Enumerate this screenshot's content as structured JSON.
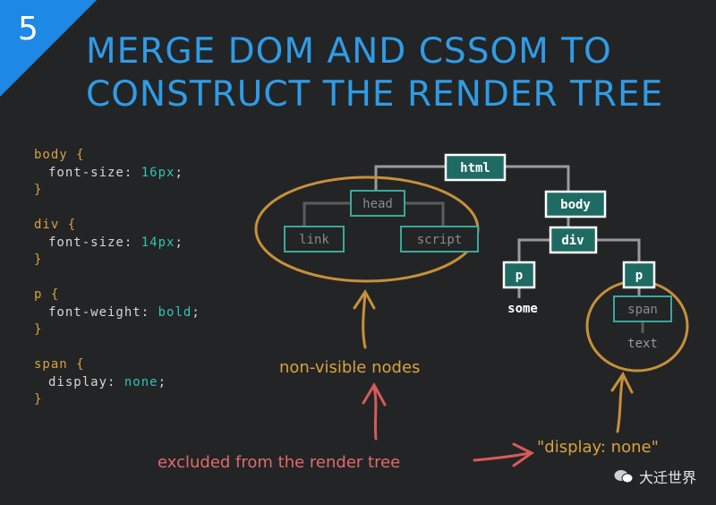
{
  "badge": {
    "number": "5"
  },
  "title": {
    "line1": "MERGE DOM AND CSSOM TO",
    "line2": "CONSTRUCT THE RENDER TREE"
  },
  "css": [
    {
      "selector": "body {",
      "prop": "font-size:",
      "value": "16px",
      "end": ";",
      "close": "}"
    },
    {
      "selector": "div {",
      "prop": "font-size:",
      "value": "14px",
      "end": ";",
      "close": "}"
    },
    {
      "selector": "p {",
      "prop": "font-weight:",
      "value": "bold",
      "end": ";",
      "close": "}"
    },
    {
      "selector": "span {",
      "prop": "display:",
      "value": "none",
      "end": ";",
      "close": "}"
    }
  ],
  "tree": {
    "html": "html",
    "head": "head",
    "link": "link",
    "script": "script",
    "body": "body",
    "div": "div",
    "p1": "p",
    "p2": "p",
    "span": "span",
    "some": "some",
    "text": "text"
  },
  "annotations": {
    "non_visible": "non-visible nodes",
    "display_none": "\"display: none\"",
    "excluded": "excluded from the render tree"
  },
  "watermark": {
    "text": "大迁世界"
  },
  "colors": {
    "accent_blue": "#2f9ce6",
    "node_fill": "#1f6b63",
    "node_border": "#ffffff",
    "ghost_border": "#3aa99b",
    "orange": "#c8903a",
    "red": "#d9595c"
  }
}
